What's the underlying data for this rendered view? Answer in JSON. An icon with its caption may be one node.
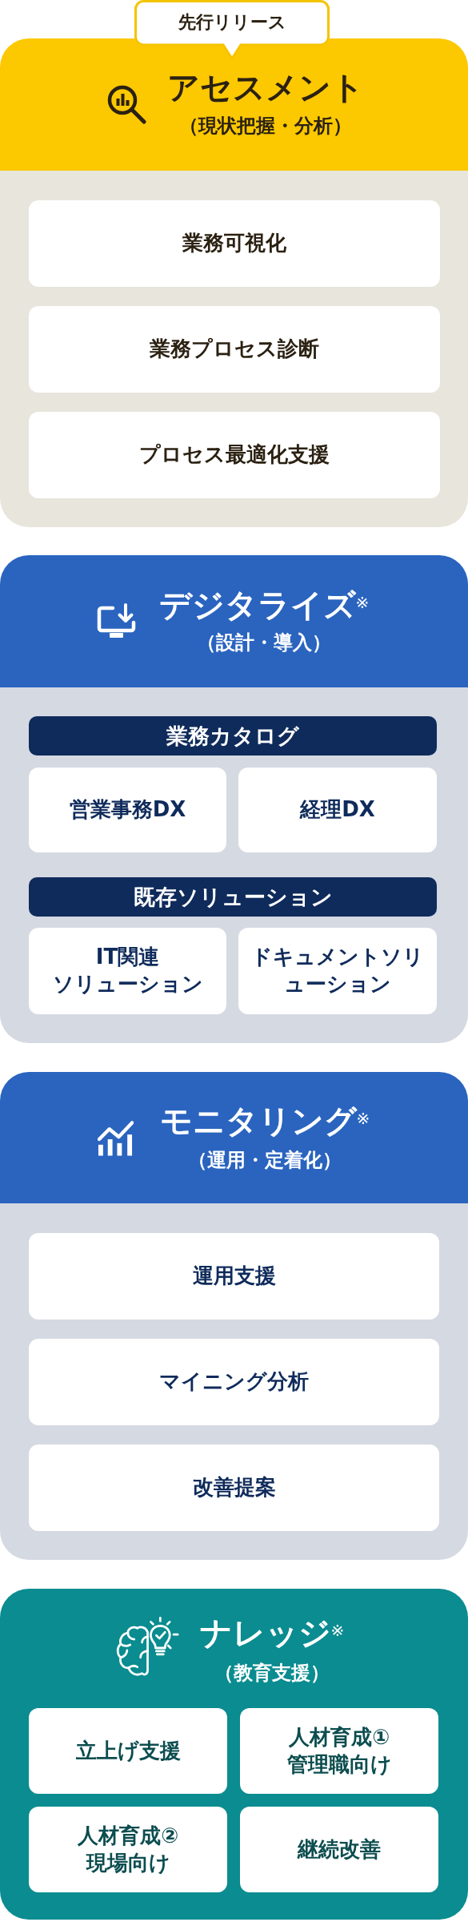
{
  "diagram": {
    "nodes": [
      {
        "text": [
          "先行リリース"
        ]
      },
      {
        "text": [
          "アセスメント",
          "（現状把握・分析）"
        ]
      },
      {
        "text": [
          "業務可視化"
        ],
        "in": 1
      },
      {
        "text": [
          "業務プロセス診断"
        ],
        "in": 1
      },
      {
        "text": [
          "プロセス最適化支援"
        ],
        "in": 1
      },
      {
        "text": [
          "デジタライズ$^{※}$",
          "（設計・導入）"
        ]
      },
      {
        "text": [
          "業務カタログ"
        ],
        "in": 5
      },
      {
        "text": [
          "営業事務DX"
        ],
        "in": 5
      },
      {
        "text": [
          "経理DX"
        ],
        "in": 5
      },
      {
        "text": [
          "既存ソリューション"
        ],
        "in": 5
      },
      {
        "text": [
          "IT関連ソリューション"
        ],
        "in": 5
      },
      {
        "text": [
          "ドキュメントソリューション"
        ],
        "in": 5
      },
      {
        "text": [
          "モニタリング$^{※}$",
          "（運用・定着化）"
        ]
      },
      {
        "text": [
          "運用支援"
        ],
        "in": 12
      },
      {
        "text": [
          "マイニング分析"
        ],
        "in": 12
      },
      {
        "text": [
          "改善提案"
        ],
        "in": 12
      },
      {
        "text": [
          "ナレッジ$^{※}$",
          "（教育支援）"
        ]
      },
      {
        "text": [
          "立上げ支援"
        ],
        "in": 16
      },
      {
        "text": [
          "人材育成①管理職向け"
        ],
        "in": 16
      },
      {
        "text": [
          "人材育成②現場向け"
        ],
        "in": 16
      },
      {
        "text": [
          "継続改善"
        ],
        "in": 16
      }
    ]
  }
}
